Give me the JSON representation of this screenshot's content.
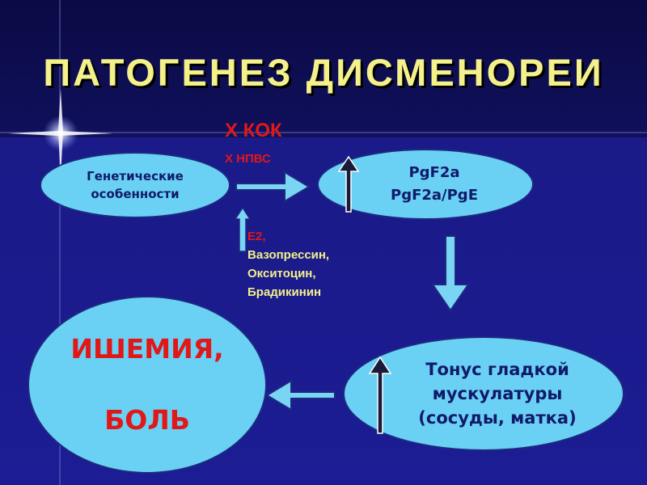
{
  "title": "ПАТОГЕНЕЗ ДИСМЕНОРЕИ",
  "nodes": {
    "genetic": {
      "lines": [
        "Генетические",
        "особенности"
      ]
    },
    "pgf": {
      "lines": [
        "PgF2a",
        "PgF2a/PgE"
      ]
    },
    "tonus": {
      "lines": [
        "Тонус гладкой",
        "мускулатуры",
        "(сосуды, матка)"
      ]
    },
    "ischemia": {
      "lines": [
        "ИШЕМИЯ,",
        "",
        "БОЛЬ"
      ]
    }
  },
  "inhibitors": {
    "kok": "Х КОК",
    "npvs": "Х НПВС"
  },
  "stimulators": {
    "e2": "Е2,",
    "list": [
      "Вазопрессин,",
      "Окситоцин,",
      "Брадикинин"
    ]
  },
  "colors": {
    "ellipse_fill": "#6ad0f4",
    "title": "#f4f08a",
    "accent_red": "#e01818",
    "arrow_fill": "#7ad4f4"
  }
}
